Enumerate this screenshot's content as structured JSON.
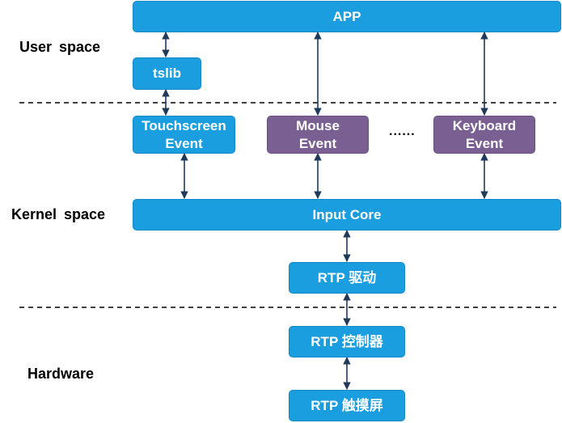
{
  "layers": {
    "user_space": "User  space",
    "kernel_space": "Kernel  space",
    "hardware": "Hardware"
  },
  "nodes": {
    "app": "APP",
    "tslib": "tslib",
    "touchscreen_event": {
      "line1": "Touchscreen",
      "line2": "Event"
    },
    "mouse_event": {
      "line1": "Mouse",
      "line2": "Event"
    },
    "ellipsis": "......",
    "keyboard_event": {
      "line1": "Keyboard",
      "line2": "Event"
    },
    "input_core": "Input Core",
    "rtp_driver": "RTP 驱动",
    "rtp_controller": "RTP 控制器",
    "rtp_touchscreen": "RTP 触摸屏"
  },
  "colors": {
    "blue": "#1a9ee0",
    "purple": "#7a6092",
    "arrow": "#1f3a5a"
  }
}
